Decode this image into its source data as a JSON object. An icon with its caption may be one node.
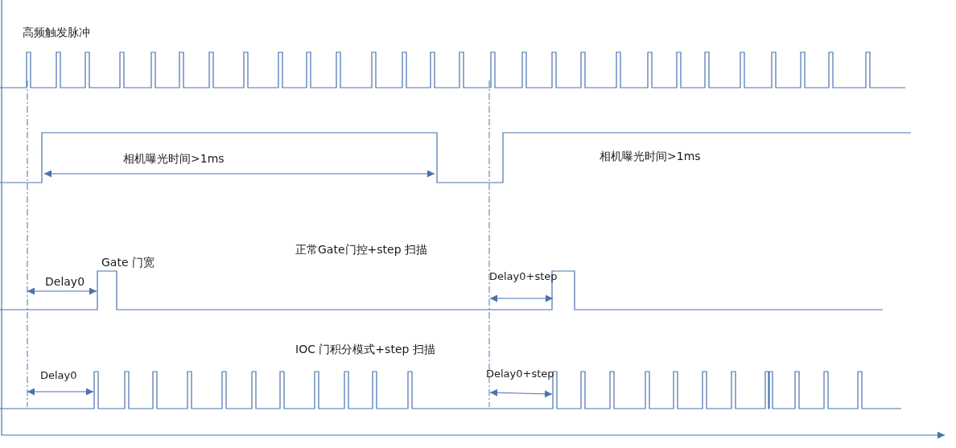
{
  "diagram": {
    "labels": [
      "高频触发脉冲",
      "相机曝光时间>1ms",
      "相机曝光时间>1ms",
      "正常Gate门控+step 扫描",
      "Gate 门宽",
      "Delay0",
      "Delay0+step",
      "IOC 门积分模式+step 扫描",
      "Delay0",
      "Delay0+step"
    ]
  }
}
